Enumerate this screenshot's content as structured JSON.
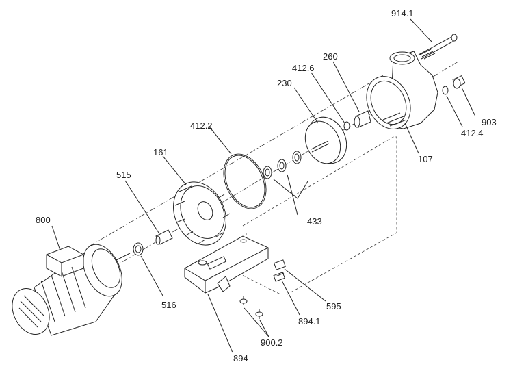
{
  "labels": {
    "l914_1": "914.1",
    "l260": "260",
    "l412_6": "412.6",
    "l230": "230",
    "l903": "903",
    "l412_4": "412.4",
    "l412_2": "412.2",
    "l107": "107",
    "l161": "161",
    "l515": "515",
    "l433": "433",
    "l800": "800",
    "l516": "516",
    "l595": "595",
    "l894_1": "894.1",
    "l900_2": "900.2",
    "l894": "894"
  }
}
